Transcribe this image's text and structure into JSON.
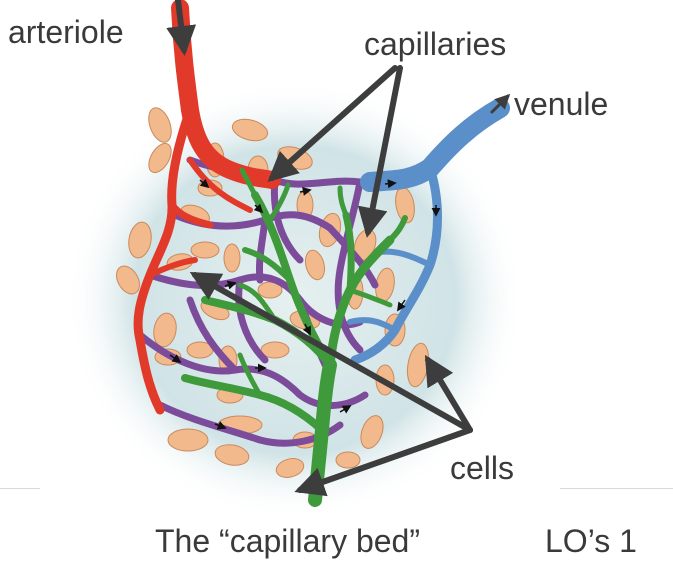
{
  "labels": {
    "arteriole": "arteriole",
    "capillaries": "capillaries",
    "venule": "venule",
    "cells": "cells"
  },
  "footer": {
    "title": "The “capillary bed”",
    "code": "LO’s 1"
  },
  "colors": {
    "arteriole": "#e23a2a",
    "venule": "#5b8fc9",
    "capillary": "#7c4b9a",
    "lymphatic": "#3f9a3c",
    "cell": "#f2b98c",
    "arrow": "#3d3d3d",
    "halo": "#c8dde0"
  }
}
